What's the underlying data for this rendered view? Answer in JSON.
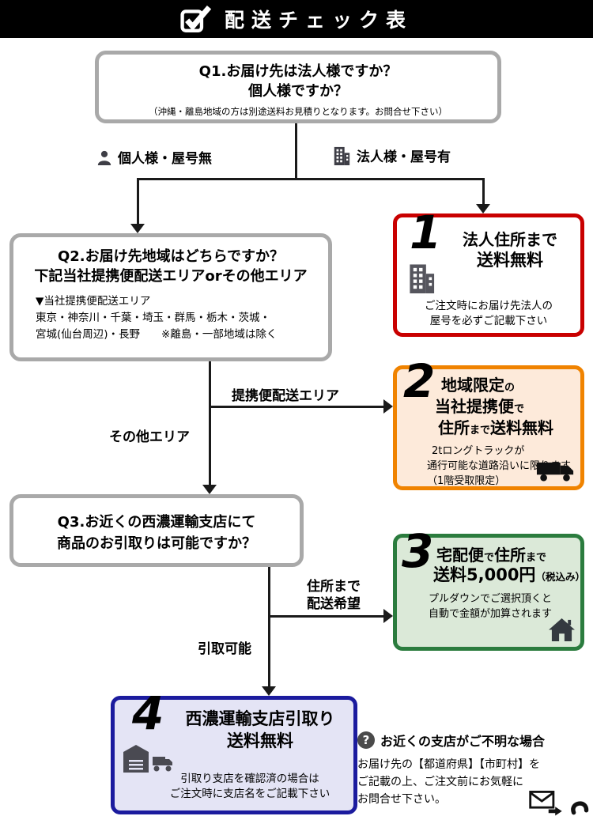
{
  "header": {
    "title": "配送チェック表"
  },
  "q1": {
    "title1": "Q1.お届け先は法人様ですか？",
    "title2": "個人様ですか？",
    "note": "（沖縄・離島地域の方は別途送料お見積りとなります。お問合せ下さい）"
  },
  "branch": {
    "personal": "個人様・屋号無",
    "corporate": "法人様・屋号有",
    "partner_area": "提携便配送エリア",
    "other_area": "その他エリア",
    "to_address1": "住所まで",
    "to_address2": "配送希望",
    "pickup": "引取可能"
  },
  "q2": {
    "title1": "Q2.お届け先地域はどちらですか？",
    "title2": "下記当社提携便配送エリアorその他エリア",
    "area_label": "▼当社提携便配送エリア",
    "area1": "東京・神奈川・千葉・埼玉・群馬・栃木・茨城・",
    "area2": "宮城(仙台周辺)・長野　　※離島・一部地域は除く"
  },
  "q3": {
    "title1": "Q3.お近くの西濃運輸支店にて",
    "title2": "商品のお引取りは可能ですか？"
  },
  "result1": {
    "num": "1",
    "title1": "法人住所まで",
    "title2": "送料無料",
    "note1": "ご注文時にお届け先法人の",
    "note2": "屋号を必ずご記載下さい"
  },
  "result2": {
    "num": "2",
    "t1a": "地域限定",
    "t1b": "の",
    "t2a": "当社提携便",
    "t2b": "で",
    "t3a": "住所",
    "t3b": "まで",
    "t3c": "送料無料",
    "note1": "2tロングトラックが",
    "note2": "通行可能な道路沿いに限ります",
    "note3": "（1階受取限定）"
  },
  "result3": {
    "num": "3",
    "t1a": "宅配便",
    "t1b": "で",
    "t1c": "住所",
    "t1d": "まで",
    "t2a": "送料5,000円",
    "t2b": "（税込み）",
    "note1": "プルダウンでご選択頂くと",
    "note2": "自動で金額が加算されます"
  },
  "result4": {
    "num": "4",
    "title1": "西濃運輸支店引取り",
    "title2": "送料無料",
    "note1": "引取り支店を確認済の場合は",
    "note2": "ご注文時に支店名をご記載下さい"
  },
  "contact": {
    "q_mark": "?",
    "title": "お近くの支店がご不明な場合",
    "line1": "お届け先の【都道府県】【市町村】を",
    "line2": "ご記載の上、ご注文前にお気軽に",
    "line3": "お問合せ下さい。"
  },
  "icons": {
    "header": "checkbox-icon",
    "personal_branch": "person-icon",
    "corporate_branch": "building-icon",
    "result1": "building-icon",
    "result2": "truck-icon",
    "result3": "house-icon",
    "result4": "warehouse-truck-icon",
    "contact": [
      "question-icon",
      "envelope-icon",
      "phone-icon"
    ]
  },
  "colors": {
    "header_bg": "#000000",
    "question_border": "#a9a9a9",
    "result1_border": "#c90000",
    "result2_border": "#f08300",
    "result2_bg": "#fdeada",
    "result3_border": "#2b7c3e",
    "result3_bg": "#dbe9d8",
    "result4_border": "#1b1b9e",
    "result4_bg": "#e4e4f5"
  }
}
